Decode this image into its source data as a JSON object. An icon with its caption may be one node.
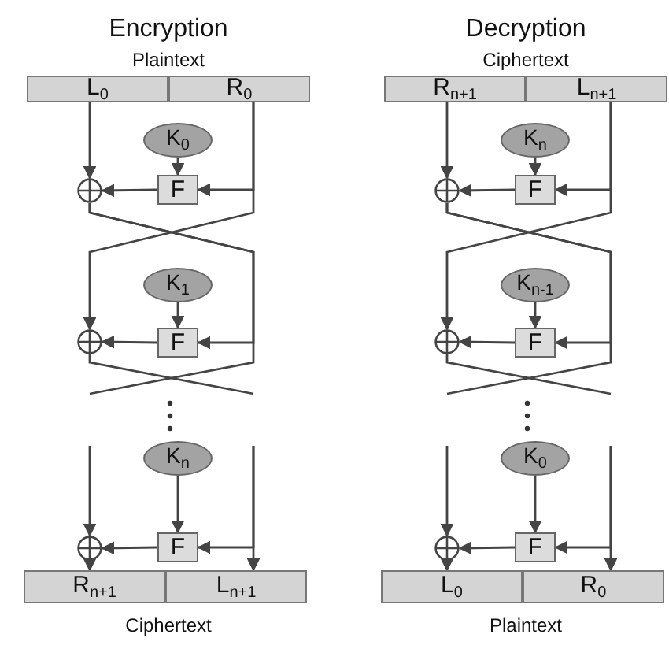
{
  "diagram": {
    "nodes": [
      {
        "text": [
          "L$_{0}$"
        ]
      },
      {
        "text": [
          "R$_{0}$"
        ]
      },
      {
        "text": [
          "K$_{0}$"
        ]
      },
      {
        "text": [
          "F"
        ]
      },
      {
        "text": [],
        "shape": "circle"
      },
      {
        "text": [
          "K$_{1}$"
        ]
      },
      {
        "text": [
          "F"
        ]
      },
      {
        "text": [],
        "shape": "circle"
      },
      {
        "text": [
          "K$_{n}$"
        ]
      },
      {
        "text": [
          "F"
        ]
      },
      {
        "text": [],
        "shape": "circle"
      },
      {
        "text": [
          "R$_{n+1}$"
        ]
      },
      {
        "text": [
          "L$_{n+1}$"
        ]
      },
      {
        "text": [
          "R$_{n+1}$"
        ]
      },
      {
        "text": [
          "L$_{n+1}$"
        ]
      },
      {
        "text": [
          "K$_{n}$"
        ]
      },
      {
        "text": [
          "F"
        ]
      },
      {
        "text": [],
        "shape": "circle"
      },
      {
        "text": [
          "K$_{n-1}$"
        ]
      },
      {
        "text": [
          "F"
        ]
      },
      {
        "text": [],
        "shape": "circle"
      },
      {
        "text": [
          "K$_{0}$"
        ]
      },
      {
        "text": [
          "F"
        ]
      },
      {
        "text": [],
        "shape": "circle"
      },
      {
        "text": [
          "L$_{0}$"
        ]
      },
      {
        "text": [
          "R$_{0}$"
        ]
      }
    ],
    "edges": [
      {
        "from": 0,
        "to": 4,
        "arrow": "to"
      },
      {
        "from": 2,
        "to": 3,
        "arrow": "to"
      },
      {
        "from": 1,
        "to": 3,
        "arrow": "to"
      },
      {
        "from": 3,
        "to": 4,
        "arrow": "to"
      },
      {
        "from": 1,
        "to": 7,
        "arrow": "to"
      },
      {
        "from": 4,
        "to": 6,
        "arrow": "to"
      },
      {
        "from": 5,
        "to": 6,
        "arrow": "to"
      },
      {
        "from": 6,
        "to": 7,
        "arrow": "to"
      },
      {
        "from": 7,
        "to": null,
        "arrow": "none"
      },
      {
        "from": 4,
        "to": null,
        "arrow": "none"
      },
      {
        "from": null,
        "to": 10,
        "arrow": "to"
      },
      {
        "from": 8,
        "to": 9,
        "arrow": "to"
      },
      {
        "from": null,
        "to": 9,
        "arrow": "to"
      },
      {
        "from": null,
        "to": 12,
        "arrow": "to"
      },
      {
        "from": 9,
        "to": 10,
        "arrow": "to"
      },
      {
        "from": 10,
        "to": 11,
        "arrow": "to"
      },
      {
        "from": 13,
        "to": 17,
        "arrow": "to"
      },
      {
        "from": 15,
        "to": 16,
        "arrow": "to"
      },
      {
        "from": 14,
        "to": 16,
        "arrow": "to"
      },
      {
        "from": 16,
        "to": 17,
        "arrow": "to"
      },
      {
        "from": 14,
        "to": 20,
        "arrow": "to"
      },
      {
        "from": 17,
        "to": 19,
        "arrow": "to"
      },
      {
        "from": 18,
        "to": 19,
        "arrow": "to"
      },
      {
        "from": 19,
        "to": 20,
        "arrow": "to"
      },
      {
        "from": 20,
        "to": null,
        "arrow": "none"
      },
      {
        "from": 17,
        "to": null,
        "arrow": "none"
      },
      {
        "from": null,
        "to": 23,
        "arrow": "to"
      },
      {
        "from": 21,
        "to": 22,
        "arrow": "to"
      },
      {
        "from": null,
        "to": 22,
        "arrow": "to"
      },
      {
        "from": null,
        "to": 25,
        "arrow": "to"
      },
      {
        "from": 22,
        "to": 23,
        "arrow": "to"
      },
      {
        "from": 23,
        "to": 24,
        "arrow": "to"
      }
    ],
    "labels": [
      "Encryption",
      "Plaintext",
      "Ciphertext",
      "Decryption",
      "Ciphertext",
      "Plaintext"
    ]
  }
}
